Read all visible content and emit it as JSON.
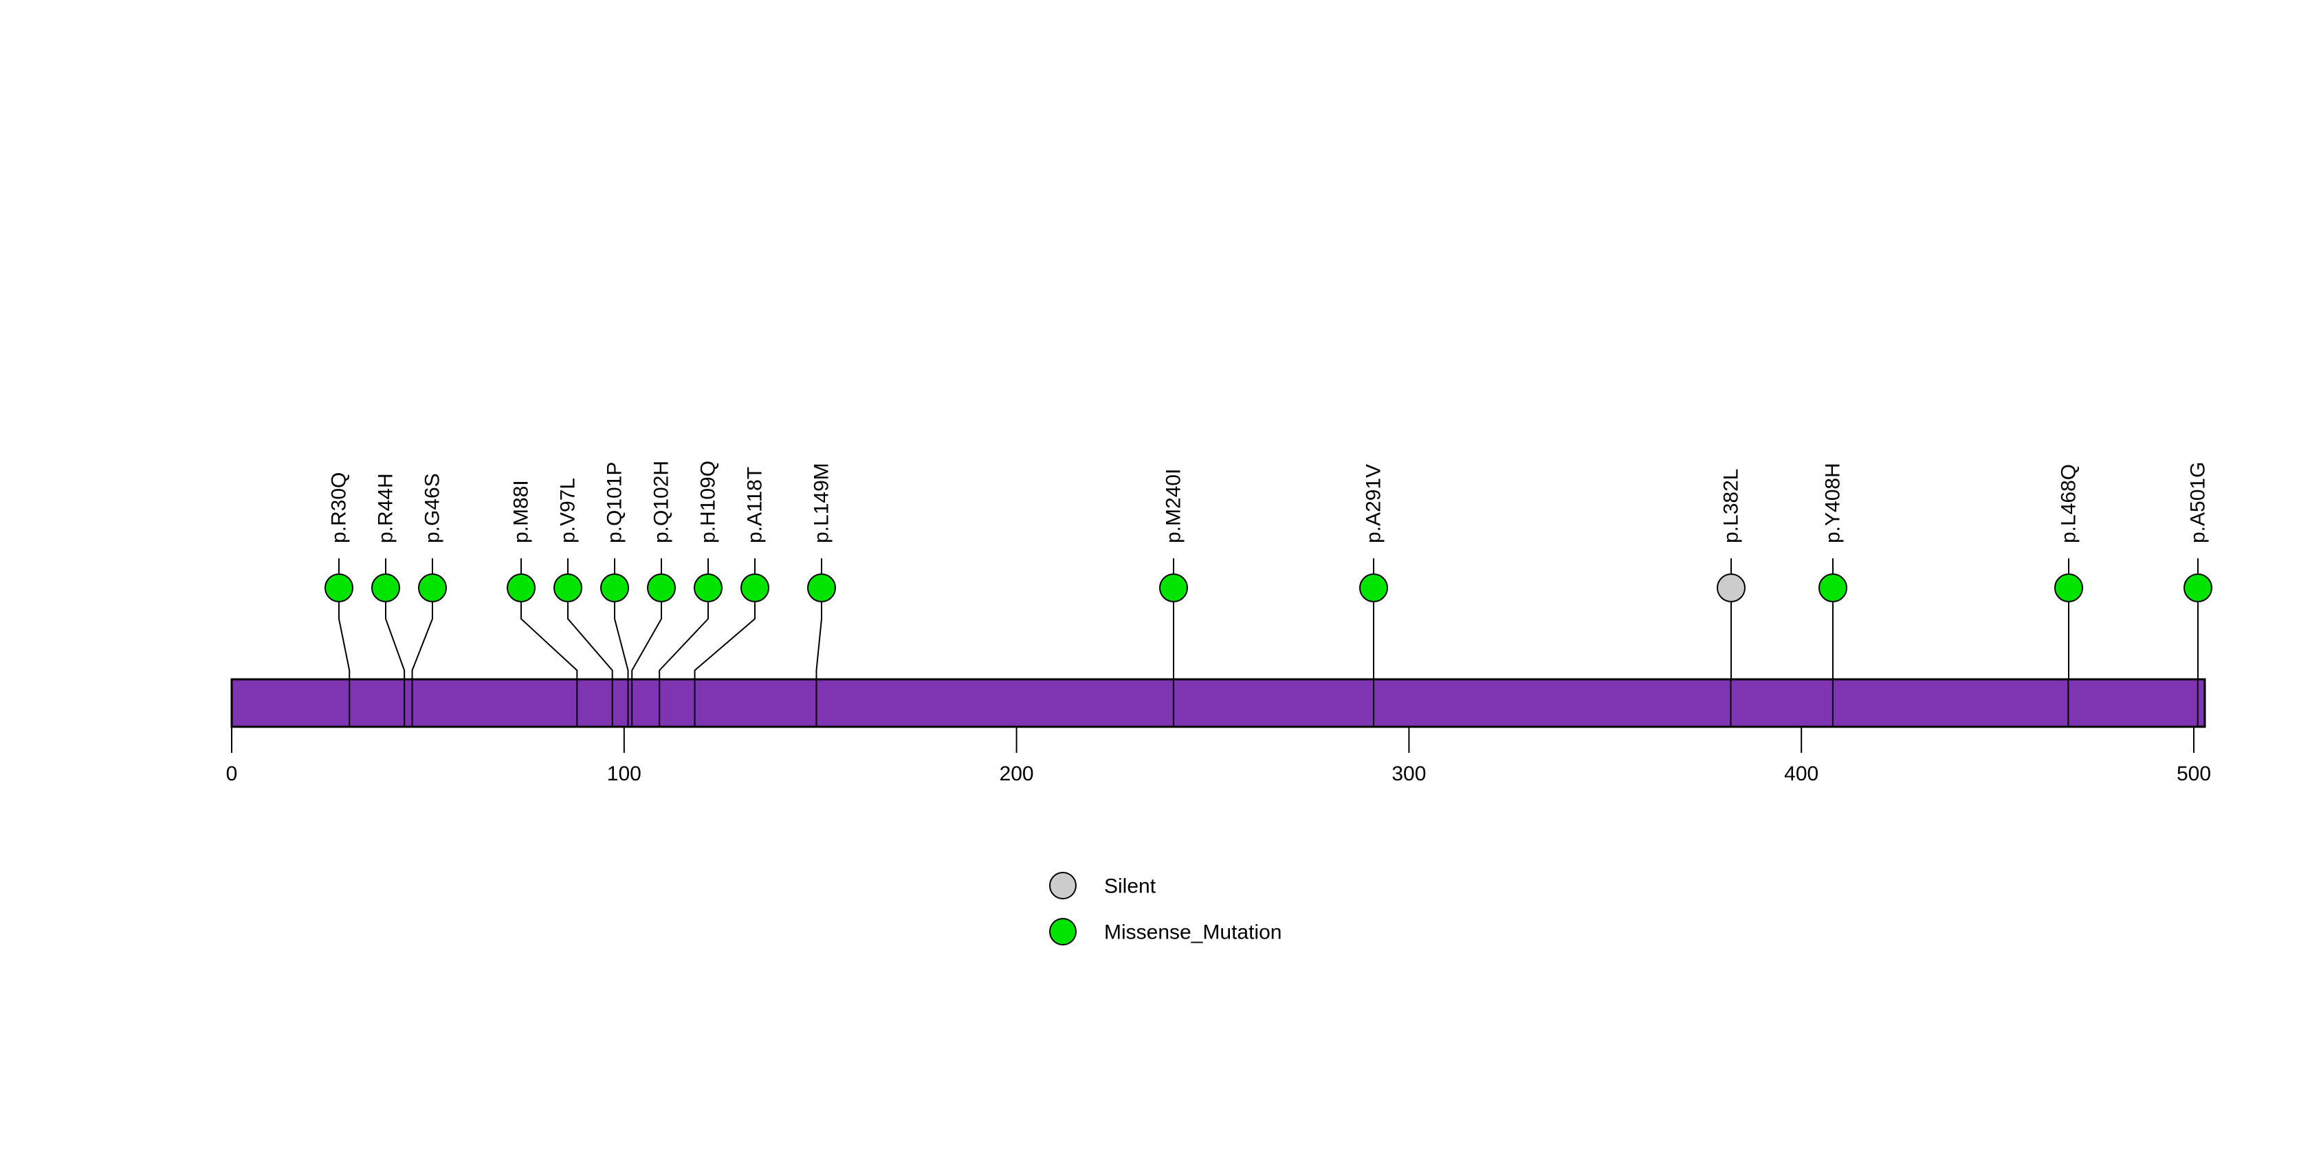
{
  "chart_data": {
    "type": "lollipop",
    "title": "",
    "xlabel": "",
    "ylabel": "",
    "xlim": [
      0,
      500
    ],
    "protein_length": 500,
    "axis_ticks": [
      {
        "value": 0,
        "label": "0"
      },
      {
        "value": 100,
        "label": "100"
      },
      {
        "value": 200,
        "label": "200"
      },
      {
        "value": 300,
        "label": "300"
      },
      {
        "value": 400,
        "label": "400"
      },
      {
        "value": 500,
        "label": "500"
      }
    ],
    "domain_track": {
      "name": "protein-backbone",
      "start": 0,
      "end": 500,
      "color": "#7F35B2"
    },
    "mutations": [
      {
        "label": "p.R30Q",
        "position": 30,
        "type": "Missense_Mutation",
        "color": "#00E400",
        "count": 1,
        "marker_x_px": 493
      },
      {
        "label": "p.R44H",
        "position": 44,
        "type": "Missense_Mutation",
        "color": "#00E400",
        "count": 1,
        "marker_x_px": 561
      },
      {
        "label": "p.G46S",
        "position": 46,
        "type": "Missense_Mutation",
        "color": "#00E400",
        "count": 1,
        "marker_x_px": 629
      },
      {
        "label": "p.M88I",
        "position": 88,
        "type": "Missense_Mutation",
        "color": "#00E400",
        "count": 1,
        "marker_x_px": 758
      },
      {
        "label": "p.V97L",
        "position": 97,
        "type": "Missense_Mutation",
        "color": "#00E400",
        "count": 1,
        "marker_x_px": 826
      },
      {
        "label": "p.Q101P",
        "position": 101,
        "type": "Missense_Mutation",
        "color": "#00E400",
        "count": 1,
        "marker_x_px": 894
      },
      {
        "label": "p.Q102H",
        "position": 102,
        "type": "Missense_Mutation",
        "color": "#00E400",
        "count": 1,
        "marker_x_px": 962
      },
      {
        "label": "p.H109Q",
        "position": 109,
        "type": "Missense_Mutation",
        "color": "#00E400",
        "count": 1,
        "marker_x_px": 1030
      },
      {
        "label": "p.A118T",
        "position": 118,
        "type": "Missense_Mutation",
        "color": "#00E400",
        "count": 1,
        "marker_x_px": 1098
      },
      {
        "label": "p.L149M",
        "position": 149,
        "type": "Missense_Mutation",
        "color": "#00E400",
        "count": 1,
        "marker_x_px": 1195
      },
      {
        "label": "p.M240I",
        "position": 240,
        "type": "Missense_Mutation",
        "color": "#00E400",
        "count": 1,
        "marker_x_px": 1707
      },
      {
        "label": "p.A291V",
        "position": 291,
        "type": "Missense_Mutation",
        "color": "#00E400",
        "count": 1,
        "marker_x_px": 1998
      },
      {
        "label": "p.L382L",
        "position": 382,
        "type": "Silent",
        "color": "#CCCCCC",
        "count": 1,
        "marker_x_px": 2518
      },
      {
        "label": "p.Y408H",
        "position": 408,
        "type": "Missense_Mutation",
        "color": "#00E400",
        "count": 1,
        "marker_x_px": 2666
      },
      {
        "label": "p.L468Q",
        "position": 468,
        "type": "Missense_Mutation",
        "color": "#00E400",
        "count": 1,
        "marker_x_px": 3009
      },
      {
        "label": "p.A501G",
        "position": 501,
        "type": "Missense_Mutation",
        "color": "#00E400",
        "count": 1,
        "marker_x_px": 3197
      }
    ],
    "legend": {
      "position": "bottom-center",
      "entries": [
        {
          "label": "Silent",
          "color": "#CCCCCC"
        },
        {
          "label": "Missense_Mutation",
          "color": "#00E400"
        }
      ]
    }
  }
}
